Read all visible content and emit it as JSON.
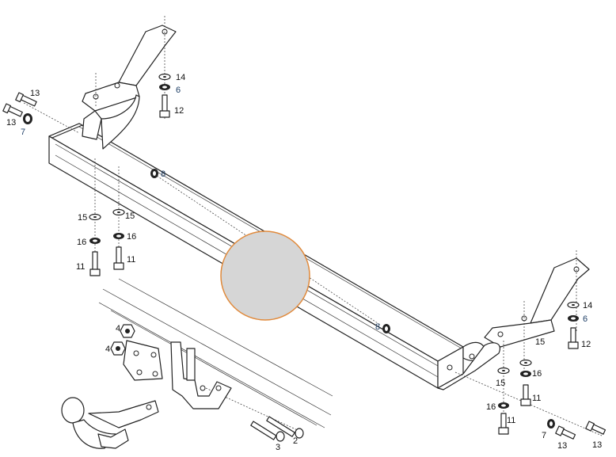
{
  "colors": {
    "line": "#222222",
    "label_dark": "#111111",
    "label_blue": "#1f3f66",
    "badge_fill": "#d6d6d6",
    "badge_ring": "#e08a3c"
  },
  "callouts": [
    {
      "id": "c13a",
      "text": "13",
      "tone": "dark"
    },
    {
      "id": "c13b",
      "text": "13",
      "tone": "dark"
    },
    {
      "id": "c7a",
      "text": "7",
      "tone": "blue"
    },
    {
      "id": "c14a",
      "text": "14",
      "tone": "dark"
    },
    {
      "id": "c6a",
      "text": "6",
      "tone": "blue"
    },
    {
      "id": "c12a",
      "text": "12",
      "tone": "dark"
    },
    {
      "id": "c8a",
      "text": "8",
      "tone": "blue"
    },
    {
      "id": "c15a",
      "text": "15",
      "tone": "dark"
    },
    {
      "id": "c15b",
      "text": "15",
      "tone": "dark"
    },
    {
      "id": "c16a",
      "text": "16",
      "tone": "dark"
    },
    {
      "id": "c16b",
      "text": "16",
      "tone": "dark"
    },
    {
      "id": "c11a",
      "text": "11",
      "tone": "dark"
    },
    {
      "id": "c11b",
      "text": "11",
      "tone": "dark"
    },
    {
      "id": "c4a",
      "text": "4",
      "tone": "dark"
    },
    {
      "id": "c4b",
      "text": "4",
      "tone": "dark"
    },
    {
      "id": "c3a",
      "text": "3",
      "tone": "dark"
    },
    {
      "id": "c2a",
      "text": "2",
      "tone": "dark"
    },
    {
      "id": "c8b",
      "text": "8",
      "tone": "blue"
    },
    {
      "id": "c14b",
      "text": "14",
      "tone": "dark"
    },
    {
      "id": "c6b",
      "text": "6",
      "tone": "blue"
    },
    {
      "id": "c12b",
      "text": "12",
      "tone": "dark"
    },
    {
      "id": "c15c",
      "text": "15",
      "tone": "dark"
    },
    {
      "id": "c16c",
      "text": "16",
      "tone": "dark"
    },
    {
      "id": "c15d",
      "text": "15",
      "tone": "dark"
    },
    {
      "id": "c11c",
      "text": "11",
      "tone": "dark"
    },
    {
      "id": "c16d",
      "text": "16",
      "tone": "dark"
    },
    {
      "id": "c11d",
      "text": "11",
      "tone": "dark"
    },
    {
      "id": "c7b",
      "text": "7",
      "tone": "dark"
    },
    {
      "id": "c13c",
      "text": "13",
      "tone": "dark"
    },
    {
      "id": "c13d",
      "text": "13",
      "tone": "dark"
    }
  ]
}
